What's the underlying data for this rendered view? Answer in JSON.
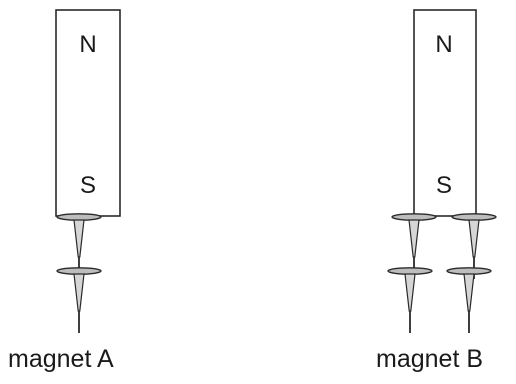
{
  "magnet_a": {
    "north_label": "N",
    "south_label": "S",
    "caption": "magnet A",
    "tacks_attached": 2
  },
  "magnet_b": {
    "north_label": "N",
    "south_label": "S",
    "caption": "magnet B",
    "tacks_attached": 4
  },
  "colors": {
    "outline": "#2a2a2a",
    "tack_fill": "#bdbdbd",
    "magnet_fill": "#ffffff"
  }
}
